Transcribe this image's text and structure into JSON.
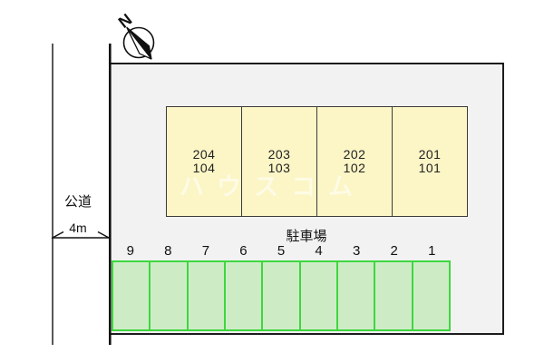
{
  "compass": {
    "label": "N"
  },
  "road": {
    "label": "公道",
    "width_label": "4m"
  },
  "building": {
    "units": [
      {
        "upper": "204",
        "lower": "104"
      },
      {
        "upper": "203",
        "lower": "103"
      },
      {
        "upper": "202",
        "lower": "102"
      },
      {
        "upper": "201",
        "lower": "101"
      }
    ]
  },
  "parking": {
    "label": "駐車場",
    "spaces": [
      "9",
      "8",
      "7",
      "6",
      "5",
      "4",
      "3",
      "2",
      "1"
    ]
  },
  "watermark": {
    "text": "ハウスコム"
  },
  "colors": {
    "site_fill": "#f2f2f2",
    "site_border": "#1c1c1c",
    "building_fill": "#fcf5c6",
    "building_border": "#3c3c3c",
    "parking_fill": "#cdecc6",
    "parking_border": "#3fd63f",
    "line": "#111111",
    "watermark_text": "rgba(255,255,255,0.55)"
  }
}
